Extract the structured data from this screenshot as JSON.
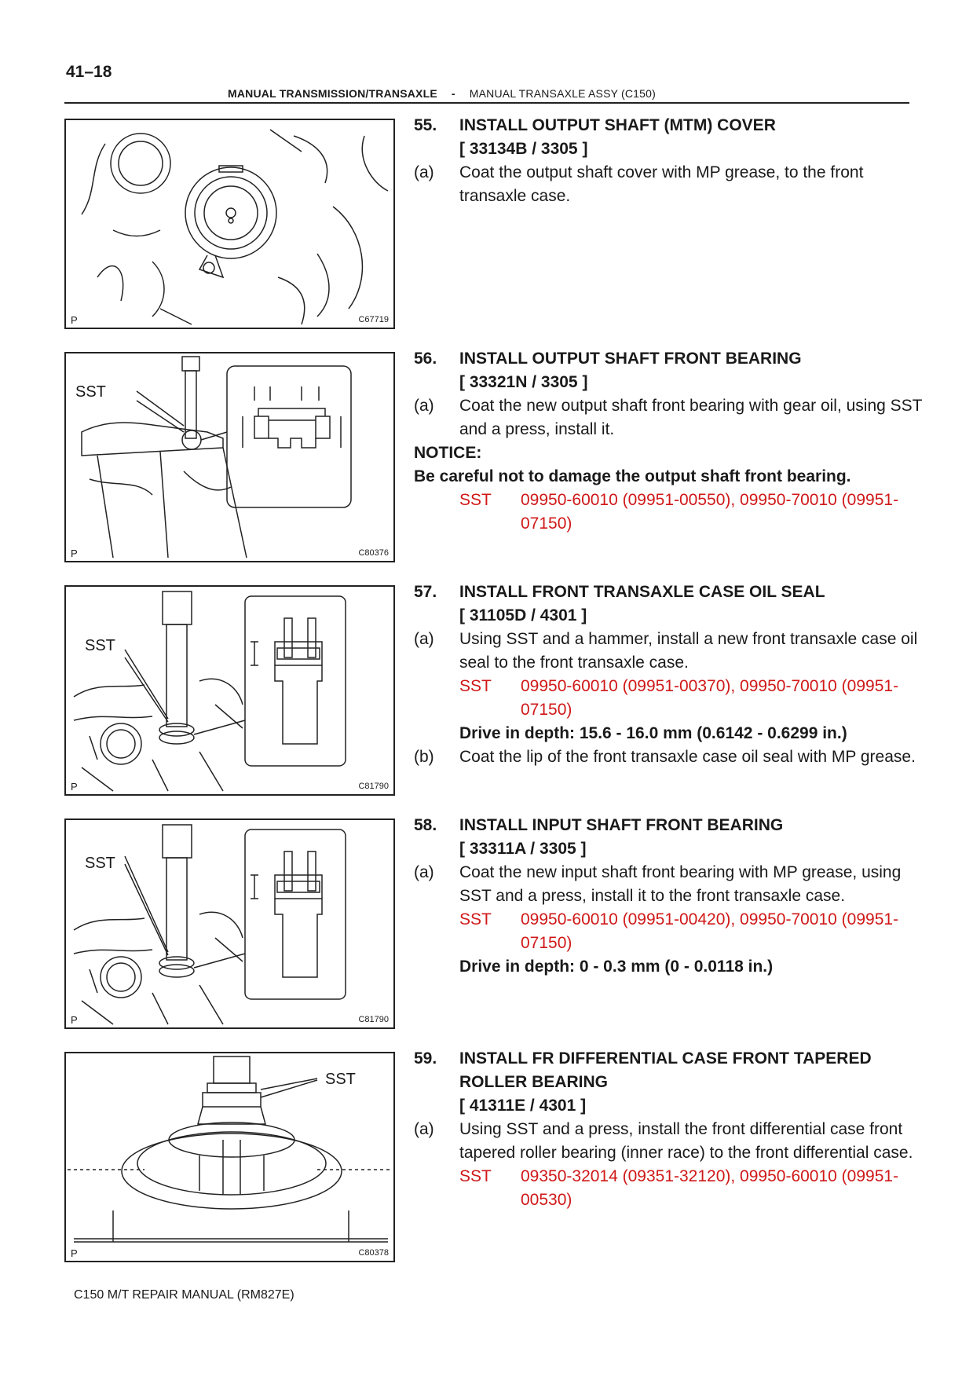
{
  "page_number": "41–18",
  "header": {
    "section": "MANUAL TRANSMISSION/TRANSAXLE",
    "separator": "-",
    "subsection": "MANUAL TRANSAXLE ASSY (C150)"
  },
  "steps": [
    {
      "number": "55.",
      "title": "INSTALL OUTPUT SHAFT (MTM) COVER",
      "code": "[ 33134B / 3305 ]",
      "substeps": [
        {
          "marker": "(a)",
          "text": "Coat the output shaft cover with MP grease, to the front transaxle case."
        }
      ],
      "figure": {
        "p": "P",
        "code": "C67719",
        "label": ""
      }
    },
    {
      "number": "56.",
      "title": "INSTALL OUTPUT SHAFT FRONT BEARING",
      "code": "[ 33321N / 3305 ]",
      "substeps": [
        {
          "marker": "(a)",
          "text": "Coat the new output shaft front bearing with gear oil, using SST and a press, install it."
        }
      ],
      "notice_label": "NOTICE:",
      "notice_text": "Be careful not to damage the output shaft front bearing.",
      "sst": {
        "label": "SST",
        "value": "09950-60010 (09951-00550), 09950-70010 (09951-07150)"
      },
      "figure": {
        "p": "P",
        "code": "C80376",
        "label": "SST"
      }
    },
    {
      "number": "57.",
      "title": "INSTALL FRONT TRANSAXLE CASE OIL SEAL",
      "code": "[ 31105D / 4301 ]",
      "substeps": [
        {
          "marker": "(a)",
          "text": "Using SST and a hammer, install a new front transaxle case oil seal to the front transaxle case."
        },
        {
          "marker": "(b)",
          "text": "Coat the lip of the front transaxle case oil seal with MP grease."
        }
      ],
      "sst": {
        "label": "SST",
        "value": "09950-60010 (09951-00370), 09950-70010 (09951-07150)"
      },
      "drive_depth": "Drive in depth: 15.6 - 16.0 mm (0.6142 - 0.6299 in.)",
      "figure": {
        "p": "P",
        "code": "C81790",
        "label": "SST"
      }
    },
    {
      "number": "58.",
      "title": "INSTALL INPUT SHAFT FRONT BEARING",
      "code": "[ 33311A / 3305 ]",
      "substeps": [
        {
          "marker": "(a)",
          "text": "Coat the new input shaft front bearing with MP grease, using SST and a press, install it to the front transaxle case."
        }
      ],
      "sst": {
        "label": "SST",
        "value": "09950-60010 (09951-00420), 09950-70010 (09951-07150)"
      },
      "drive_depth": "Drive in depth: 0 - 0.3 mm (0 - 0.0118 in.)",
      "figure": {
        "p": "P",
        "code": "C81790",
        "label": "SST"
      }
    },
    {
      "number": "59.",
      "title": "INSTALL FR DIFFERENTIAL CASE FRONT TAPERED ROLLER BEARING",
      "code": "[ 41311E / 4301 ]",
      "substeps": [
        {
          "marker": "(a)",
          "text": "Using SST and a press, install the front differential case front tapered roller bearing (inner race) to the front differential case."
        }
      ],
      "sst": {
        "label": "SST",
        "value": "09350-32014 (09351-32120), 09950-60010 (09951-00530)"
      },
      "figure": {
        "p": "P",
        "code": "C80378",
        "label": "SST"
      }
    }
  ],
  "footer": "C150 M/T REPAIR MANUAL   (RM827E)"
}
